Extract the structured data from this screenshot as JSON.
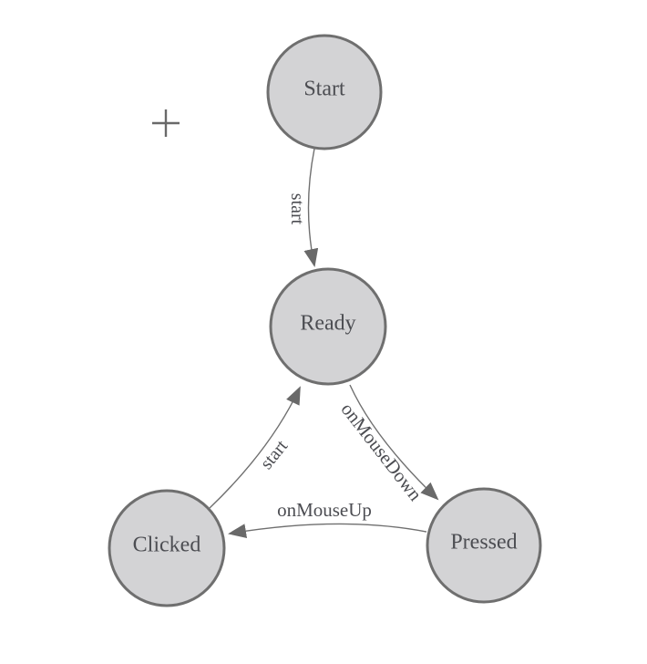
{
  "diagram": {
    "type": "state-machine",
    "nodes": [
      {
        "id": "start",
        "label": "Start"
      },
      {
        "id": "ready",
        "label": "Ready"
      },
      {
        "id": "clicked",
        "label": "Clicked"
      },
      {
        "id": "pressed",
        "label": "Pressed"
      }
    ],
    "edges": [
      {
        "from": "Start",
        "to": "Ready",
        "label": "start"
      },
      {
        "from": "Clicked",
        "to": "Ready",
        "label": "start"
      },
      {
        "from": "Ready",
        "to": "Pressed",
        "label": "onMouseDown"
      },
      {
        "from": "Pressed",
        "to": "Clicked",
        "label": "onMouseUp"
      }
    ],
    "icons": {
      "plus": "+"
    },
    "colors": {
      "background": "#ffffff",
      "node_fill": "#d3d3d5",
      "node_border": "#6f6f6f",
      "edge_line": "#6f6f6f",
      "arrowhead": "#696969",
      "label_text": "#4c4d52",
      "plus_icon": "#696969"
    }
  }
}
